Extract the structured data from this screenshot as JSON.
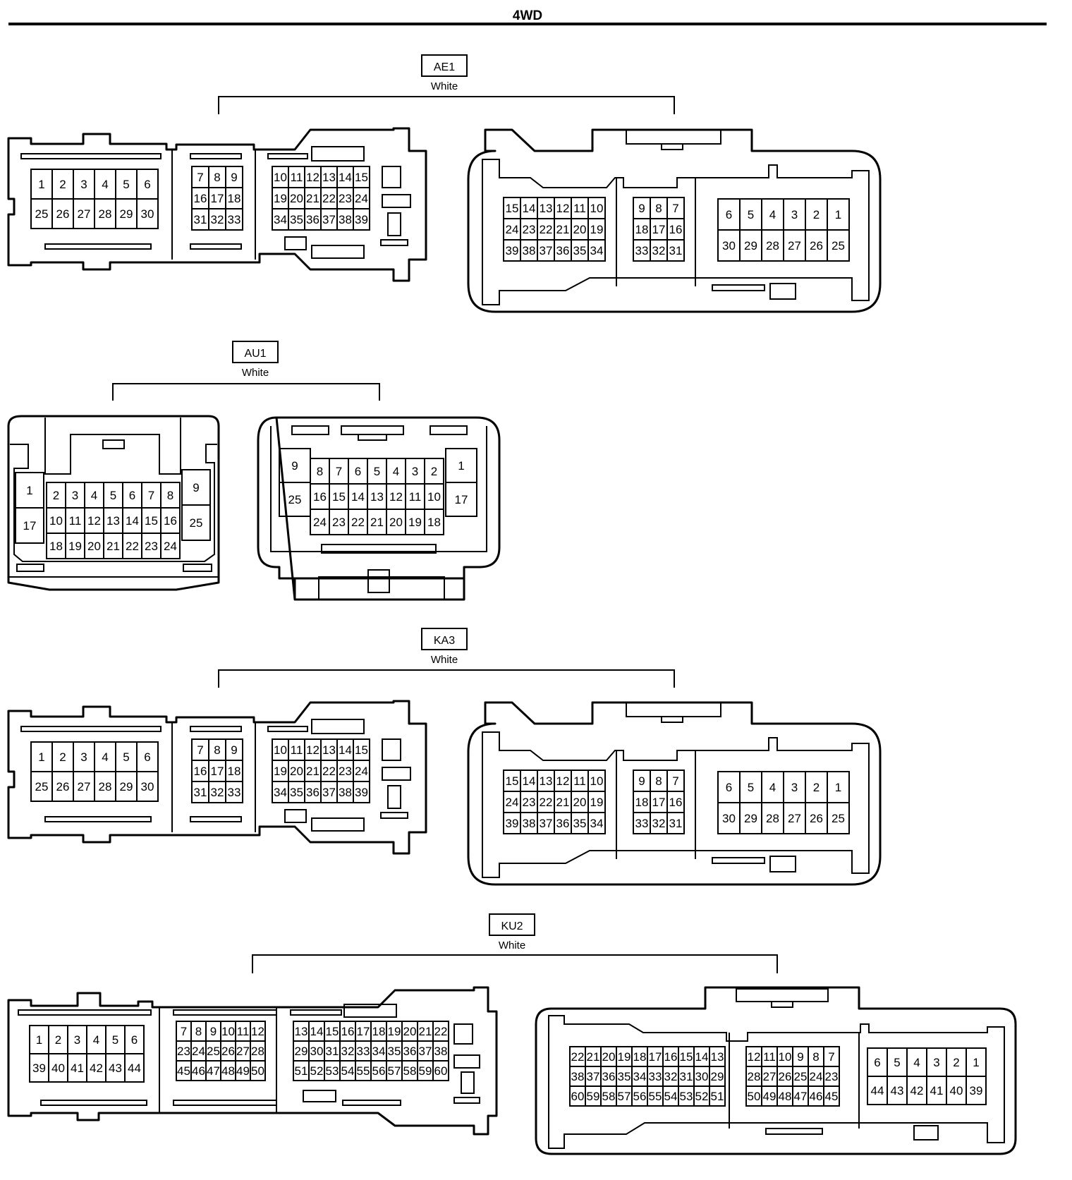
{
  "title": "4WD",
  "connectors": [
    {
      "id": "AE1",
      "color": "White",
      "left_body": {
        "blocks": [
          [
            [
              "1",
              "2",
              "3",
              "4",
              "5",
              "6"
            ],
            [
              "25",
              "26",
              "27",
              "28",
              "29",
              "30"
            ]
          ],
          [
            [
              "7",
              "8",
              "9"
            ],
            [
              "16",
              "17",
              "18"
            ],
            [
              "31",
              "32",
              "33"
            ]
          ],
          [
            [
              "10",
              "11",
              "12",
              "13",
              "14",
              "15"
            ],
            [
              "19",
              "20",
              "21",
              "22",
              "23",
              "24"
            ],
            [
              "34",
              "35",
              "36",
              "37",
              "38",
              "39"
            ]
          ]
        ]
      },
      "right_body": {
        "blocks": [
          [
            [
              "15",
              "14",
              "13",
              "12",
              "11",
              "10"
            ],
            [
              "24",
              "23",
              "22",
              "21",
              "20",
              "19"
            ],
            [
              "39",
              "38",
              "37",
              "36",
              "35",
              "34"
            ]
          ],
          [
            [
              "9",
              "8",
              "7"
            ],
            [
              "18",
              "17",
              "16"
            ],
            [
              "33",
              "32",
              "31"
            ]
          ],
          [
            [
              "6",
              "5",
              "4",
              "3",
              "2",
              "1"
            ],
            [
              "30",
              "29",
              "28",
              "27",
              "26",
              "25"
            ]
          ]
        ]
      }
    },
    {
      "id": "AU1",
      "color": "White",
      "left_body": {
        "tall_left": [
          "1",
          "17"
        ],
        "grid": [
          [
            "2",
            "3",
            "4",
            "5",
            "6",
            "7",
            "8"
          ],
          [
            "10",
            "11",
            "12",
            "13",
            "14",
            "15",
            "16"
          ],
          [
            "18",
            "19",
            "20",
            "21",
            "22",
            "23",
            "24"
          ]
        ],
        "tall_right": [
          "9",
          "25"
        ]
      },
      "right_body": {
        "tall_left": [
          "9",
          "25"
        ],
        "grid": [
          [
            "8",
            "7",
            "6",
            "5",
            "4",
            "3",
            "2"
          ],
          [
            "16",
            "15",
            "14",
            "13",
            "12",
            "11",
            "10"
          ],
          [
            "24",
            "23",
            "22",
            "21",
            "20",
            "19",
            "18"
          ]
        ],
        "tall_right": [
          "1",
          "17"
        ]
      }
    },
    {
      "id": "KA3",
      "color": "White",
      "left_body": {
        "blocks": [
          [
            [
              "1",
              "2",
              "3",
              "4",
              "5",
              "6"
            ],
            [
              "25",
              "26",
              "27",
              "28",
              "29",
              "30"
            ]
          ],
          [
            [
              "7",
              "8",
              "9"
            ],
            [
              "16",
              "17",
              "18"
            ],
            [
              "31",
              "32",
              "33"
            ]
          ],
          [
            [
              "10",
              "11",
              "12",
              "13",
              "14",
              "15"
            ],
            [
              "19",
              "20",
              "21",
              "22",
              "23",
              "24"
            ],
            [
              "34",
              "35",
              "36",
              "37",
              "38",
              "39"
            ]
          ]
        ]
      },
      "right_body": {
        "blocks": [
          [
            [
              "15",
              "14",
              "13",
              "12",
              "11",
              "10"
            ],
            [
              "24",
              "23",
              "22",
              "21",
              "20",
              "19"
            ],
            [
              "39",
              "38",
              "37",
              "36",
              "35",
              "34"
            ]
          ],
          [
            [
              "9",
              "8",
              "7"
            ],
            [
              "18",
              "17",
              "16"
            ],
            [
              "33",
              "32",
              "31"
            ]
          ],
          [
            [
              "6",
              "5",
              "4",
              "3",
              "2",
              "1"
            ],
            [
              "30",
              "29",
              "28",
              "27",
              "26",
              "25"
            ]
          ]
        ]
      }
    },
    {
      "id": "KU2",
      "color": "White",
      "left_body": {
        "blocks": [
          [
            [
              "1",
              "2",
              "3",
              "4",
              "5",
              "6"
            ],
            [
              "39",
              "40",
              "41",
              "42",
              "43",
              "44"
            ]
          ],
          [
            [
              "7",
              "8",
              "9",
              "10",
              "11",
              "12"
            ],
            [
              "23",
              "24",
              "25",
              "26",
              "27",
              "28"
            ],
            [
              "45",
              "46",
              "47",
              "48",
              "49",
              "50"
            ]
          ],
          [
            [
              "13",
              "14",
              "15",
              "16",
              "17",
              "18",
              "19",
              "20",
              "21",
              "22"
            ],
            [
              "29",
              "30",
              "31",
              "32",
              "33",
              "34",
              "35",
              "36",
              "37",
              "38"
            ],
            [
              "51",
              "52",
              "53",
              "54",
              "55",
              "56",
              "57",
              "58",
              "59",
              "60"
            ]
          ]
        ]
      },
      "right_body": {
        "blocks": [
          [
            [
              "22",
              "21",
              "20",
              "19",
              "18",
              "17",
              "16",
              "15",
              "14",
              "13"
            ],
            [
              "38",
              "37",
              "36",
              "35",
              "34",
              "33",
              "32",
              "31",
              "30",
              "29"
            ],
            [
              "60",
              "59",
              "58",
              "57",
              "56",
              "55",
              "54",
              "53",
              "52",
              "51"
            ]
          ],
          [
            [
              "12",
              "11",
              "10",
              "9",
              "8",
              "7"
            ],
            [
              "28",
              "27",
              "26",
              "25",
              "24",
              "23"
            ],
            [
              "50",
              "49",
              "48",
              "47",
              "46",
              "45"
            ]
          ],
          [
            [
              "6",
              "5",
              "4",
              "3",
              "2",
              "1"
            ],
            [
              "44",
              "43",
              "42",
              "41",
              "40",
              "39"
            ]
          ]
        ]
      }
    }
  ]
}
